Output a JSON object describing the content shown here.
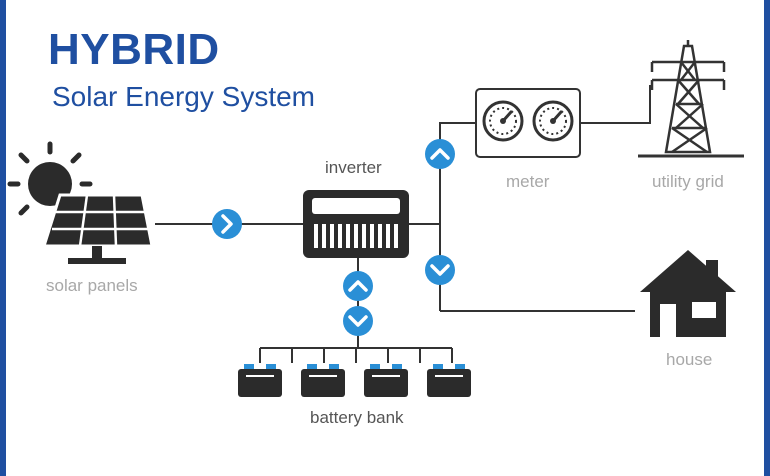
{
  "header": {
    "title": "HYBRID",
    "subtitle": "Solar Energy System"
  },
  "labels": {
    "solar_panels": "solar panels",
    "inverter": "inverter",
    "meter": "meter",
    "utility_grid": "utility grid",
    "house": "house",
    "battery_bank": "battery bank"
  },
  "colors": {
    "title": "#1f4fa1",
    "frame": "#1f4fa1",
    "arrow": "#2a8fd6",
    "icon": "#2b2b2b",
    "line": "#333333",
    "label": "#a8a8a8",
    "label_dark": "#555555",
    "battery_terminal": "#2a8fd6"
  },
  "icons": {
    "solar": "solar-panel-icon",
    "sun": "sun-icon",
    "inverter": "inverter-icon",
    "meter": "meter-icon",
    "tower": "power-tower-icon",
    "house": "house-icon",
    "battery": "battery-icon",
    "arrow_right": "chevron-right-icon",
    "arrow_up": "chevron-up-icon",
    "arrow_down": "chevron-down-icon"
  }
}
